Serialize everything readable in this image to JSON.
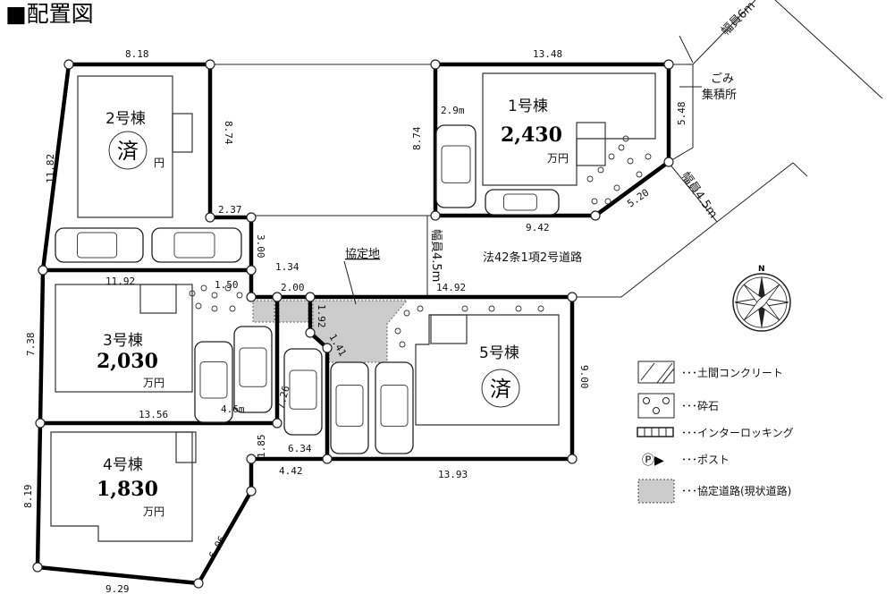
{
  "title": "■配置図",
  "colors": {
    "line": "#000000",
    "agreement_road_fill": "#cccccc",
    "background": "#ffffff"
  },
  "lots": [
    {
      "name": "2号棟",
      "status": "済",
      "yen": "円"
    },
    {
      "name": "1号棟",
      "price": "2,430",
      "unit": "万円"
    },
    {
      "name": "3号棟",
      "price": "2,030",
      "unit": "万円"
    },
    {
      "name": "4号棟",
      "price": "1,830",
      "unit": "万円"
    },
    {
      "name": "5号棟",
      "status": "済"
    }
  ],
  "dimensions": [
    "8.18",
    "13.48",
    "11.82",
    "8.74",
    "8.74",
    "2.37",
    "3.00",
    "1.34",
    "11.92",
    "1.50",
    "2.00",
    "1.92",
    "1.41",
    "7.38",
    "13.56",
    "4.6m",
    "7.26",
    "6.34",
    "4.42",
    "1.85",
    "13.93",
    "9.00",
    "14.92",
    "9.42",
    "5.20",
    "5.48",
    "2.9m",
    "8.19",
    "6.06",
    "9.29"
  ],
  "roads": {
    "width_6m": "幅員6m",
    "width_45_east": "幅員4.5m",
    "width_45_center": "幅員4.5m",
    "road_type": "法42条1項2号道路",
    "garbage_1": "ごみ",
    "garbage_2": "集積所",
    "agreement_land": "協定地"
  },
  "compass": {
    "north": "N"
  },
  "legend": [
    {
      "icon": "concrete-hatch",
      "label": "･･･土間コンクリート"
    },
    {
      "icon": "gravel-circles",
      "label": "･･･砕石"
    },
    {
      "icon": "interlocking-bars",
      "label": "･･･インターロッキング"
    },
    {
      "icon": "post-marker",
      "symbol": "Ⓟ▶",
      "label": "･･･ポスト"
    },
    {
      "icon": "agreement-road-gray",
      "label": "･･･協定道路(現状道路)"
    }
  ]
}
